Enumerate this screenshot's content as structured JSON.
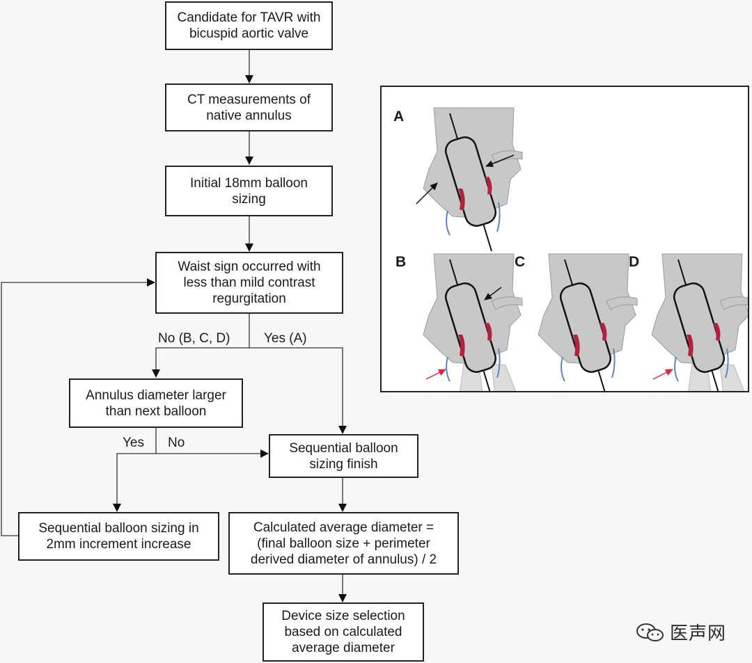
{
  "flowchart": {
    "start": [
      "Candidate for TAVR with",
      "bicuspid aortic valve"
    ],
    "ct": [
      "CT measurements of",
      "native annulus"
    ],
    "initial": [
      "Initial 18mm balloon",
      "sizing"
    ],
    "waist": [
      "Waist sign occurred with",
      "less than mild contrast",
      "regurgitation"
    ],
    "no_branch": "No (B, C, D)",
    "yes_branch": "Yes (A)",
    "annulus": [
      "Annulus diameter larger",
      "than next balloon"
    ],
    "yes": "Yes",
    "no": "No",
    "increment": [
      "Sequential balloon sizing in",
      "2mm increment increase"
    ],
    "finish": [
      "Sequential balloon",
      "sizing finish"
    ],
    "calc": [
      "Calculated average diameter =",
      "(final balloon size + perimeter",
      "derived diameter of annulus) / 2"
    ],
    "device": [
      "Device size selection",
      "based on calculated",
      "average diameter"
    ]
  },
  "panels": {
    "a": "A",
    "b": "B",
    "c": "C",
    "d": "D"
  },
  "colors": {
    "tissue": "#c8c8c8",
    "leaflet": "#b0233a",
    "vessel": "#5a86c2",
    "red_arrow": "#e0283a"
  },
  "watermark": {
    "icon": "wechat-icon",
    "text": "医声网"
  }
}
